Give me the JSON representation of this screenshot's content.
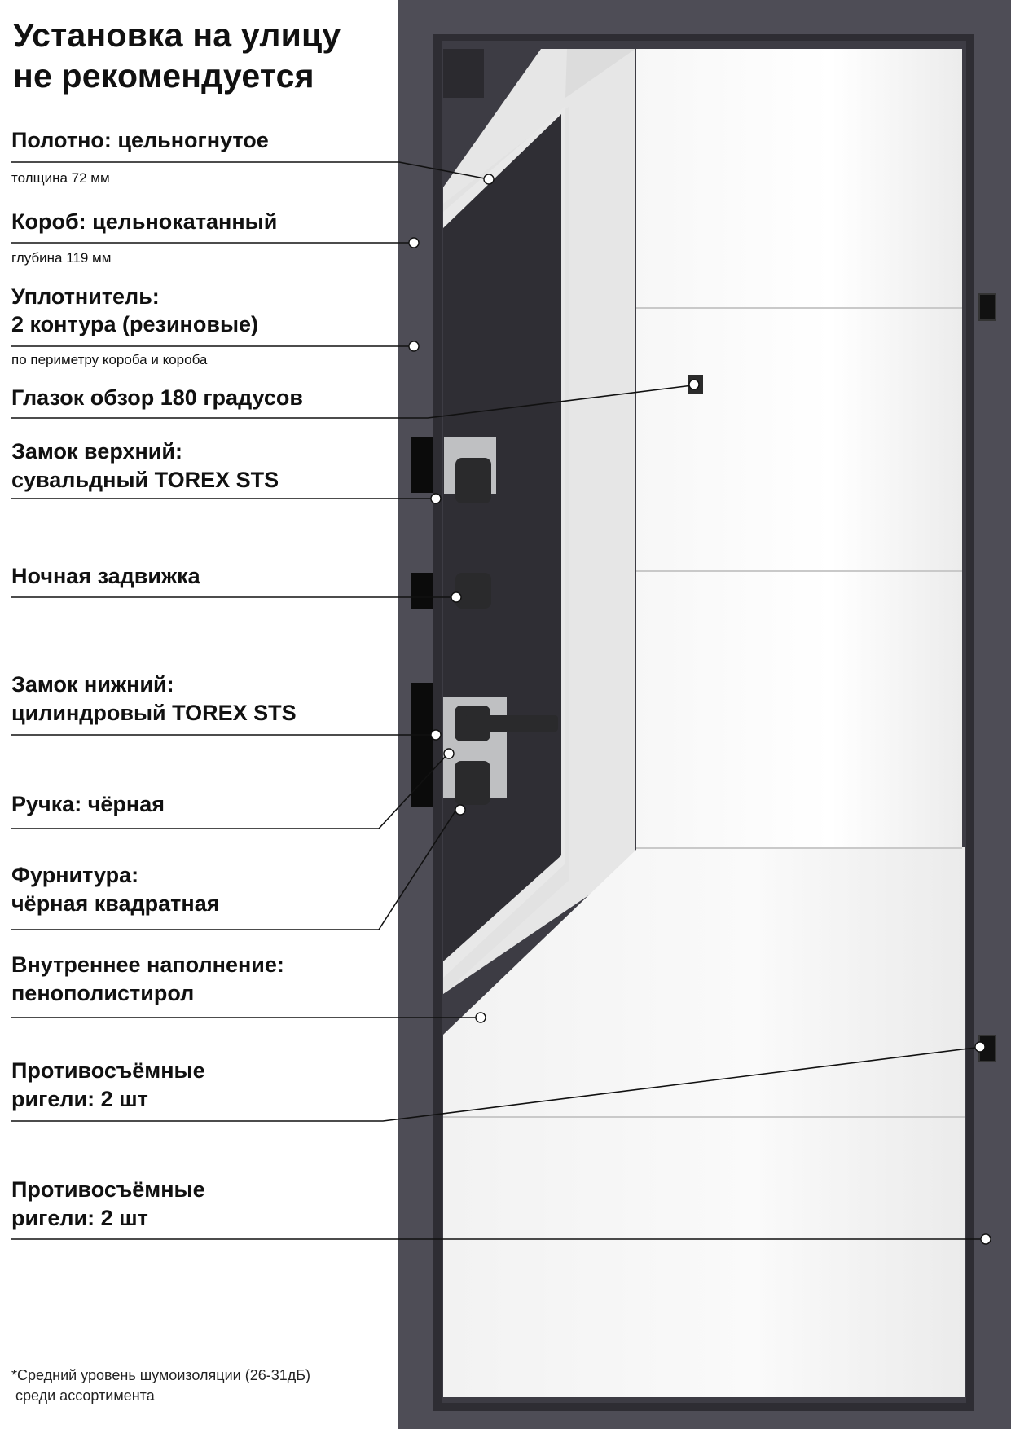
{
  "header": {
    "title_line1": "Установка на улицу",
    "title_line2": "не рекомендуется"
  },
  "specs": [
    {
      "id": "leaf",
      "label": "Полотно: цельногнутое",
      "sub": "толщина 72 мм"
    },
    {
      "id": "frame",
      "label": "Короб: цельнокатанный",
      "sub": "глубина 119 мм"
    },
    {
      "id": "seal",
      "label_line1": "Уплотнитель:",
      "label_line2": "2 контура (резиновые)",
      "sub": "по периметру короба и короба"
    },
    {
      "id": "peephole",
      "label": "Глазок обзор 180 градусов"
    },
    {
      "id": "upper-lock",
      "label_line1": "Замок верхний:",
      "label_line2": "сувальдный TOREX STS"
    },
    {
      "id": "night-latch",
      "label": "Ночная задвижка"
    },
    {
      "id": "lower-lock",
      "label_line1": "Замок нижний:",
      "label_line2": "цилиндровый TOREX STS"
    },
    {
      "id": "handle",
      "label": "Ручка: чёрная"
    },
    {
      "id": "hardware",
      "label_line1": "Фурнитура:",
      "label_line2": "чёрная квадратная"
    },
    {
      "id": "filling",
      "label_line1": "Внутреннее наполнение:",
      "label_line2": "пенополистирол"
    },
    {
      "id": "anti-removal-1",
      "label_line1": "Противосъёмные",
      "label_line2": "ригели: 2 шт"
    },
    {
      "id": "anti-removal-2",
      "label_line1": "Противосъёмные",
      "label_line2": "ригели: 2 шт"
    }
  ],
  "footnote": {
    "line1": "*Средний уровень шумоизоляции (26-31дБ)",
    "line2": " среди ассортимента"
  },
  "colors": {
    "frame": "#4e4d56",
    "leaf_dark": "#3d3c44",
    "panel_white": "#ffffff",
    "text": "#111111"
  }
}
